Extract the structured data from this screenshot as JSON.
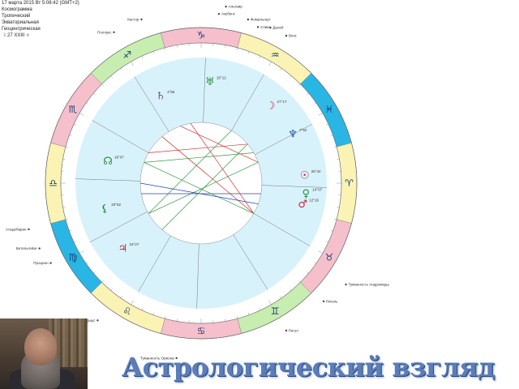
{
  "header": {
    "datetime": "17 марта 2015  Вт   5:08:42 (GMT+2)",
    "chart_type": "Космограмма",
    "house_system": "Тропический",
    "zodiac": "Экваториальная",
    "coordinates": "Геоцентрическая",
    "moon_line": "☽  27 XXIII ♅"
  },
  "signs": [
    {
      "glyph": "♑",
      "name": "capricorn"
    },
    {
      "glyph": "♒",
      "name": "aquarius"
    },
    {
      "glyph": "♓",
      "name": "pisces"
    },
    {
      "glyph": "♈",
      "name": "aries"
    },
    {
      "glyph": "♉",
      "name": "taurus"
    },
    {
      "glyph": "♊",
      "name": "gemini"
    },
    {
      "glyph": "♋",
      "name": "cancer"
    },
    {
      "glyph": "♌",
      "name": "leo"
    },
    {
      "glyph": "♍",
      "name": "virgo"
    },
    {
      "glyph": "♎",
      "name": "libra"
    },
    {
      "glyph": "♏",
      "name": "scorpio"
    },
    {
      "glyph": "♐",
      "name": "sagittarius"
    }
  ],
  "planets": [
    {
      "name": "saturn",
      "glyph": "♄",
      "deg": "4°55",
      "color": "#7a4a99"
    },
    {
      "name": "uranus",
      "glyph": "♅",
      "deg": "15°12",
      "color": "#2a8a3a"
    },
    {
      "name": "moon",
      "glyph": "☽",
      "deg": "27°17",
      "color": "#cc2233"
    },
    {
      "name": "neptune",
      "glyph": "♆",
      "deg": "7°52",
      "color": "#2255aa"
    },
    {
      "name": "node",
      "glyph": "☊",
      "deg": "19°07",
      "color": "#2a8a3a"
    },
    {
      "name": "sun",
      "glyph": "☉",
      "deg": "26°42",
      "color": "#cc2233"
    },
    {
      "name": "venus",
      "glyph": "♀",
      "deg": "14°07",
      "color": "#2a8a3a"
    },
    {
      "name": "mars",
      "glyph": "♂",
      "deg": "12°16",
      "color": "#cc2233"
    },
    {
      "name": "lilith",
      "glyph": "⚸",
      "deg": "20°52",
      "color": "#2a8a3a"
    },
    {
      "name": "jupiter",
      "glyph": "♃",
      "deg": "16°27",
      "color": "#cc2233"
    }
  ],
  "stars": [
    "Акубенс",
    "Альтаир",
    "Фомальгаут",
    "Спика",
    "Денеб",
    "Вега",
    "Поллукс",
    "Кастор",
    "Туманность Андромеды",
    "Ригель",
    "Альдебаран",
    "Бетельгейзе",
    "Процион",
    "Сириус",
    "Туманность Ориона",
    "Регул"
  ],
  "banner": {
    "text": "Астрологический взгляд"
  },
  "colors": {
    "ring_pink": "#f5bfcb",
    "ring_yellow": "#fbf3b4",
    "ring_cyan": "#29b6e4",
    "ring_green": "#c7edb0",
    "inner_bg": "#d8f2fb",
    "aspect_red": "#cc3333",
    "aspect_green": "#339944",
    "aspect_blue": "#2244aa"
  }
}
